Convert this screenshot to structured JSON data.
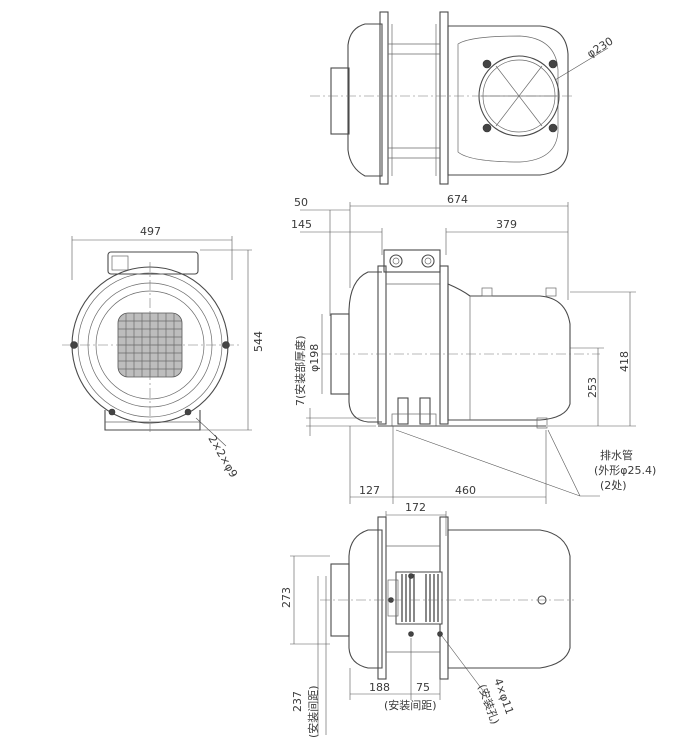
{
  "dimensions": {
    "d230": "φ230",
    "d50": "50",
    "d674": "674",
    "d145": "145",
    "d379": "379",
    "d497": "497",
    "d544": "544",
    "d7": "7(安装部厚度)",
    "d198": "φ198",
    "d418": "418",
    "d253": "253",
    "d127": "127",
    "d460": "460",
    "d2x2x9": "2×2×φ9",
    "d172": "172",
    "d273": "273",
    "d188": "188",
    "d75": "75",
    "d237": "237",
    "d237_note": "(安装间距)",
    "d188_note": "(安装间距)",
    "d4x11": "4×φ11",
    "d4x11_note": "(安装孔)"
  },
  "notes": {
    "drain_title": "排水管",
    "drain_od": "(外形φ25.4)",
    "drain_count": "(2处)"
  }
}
